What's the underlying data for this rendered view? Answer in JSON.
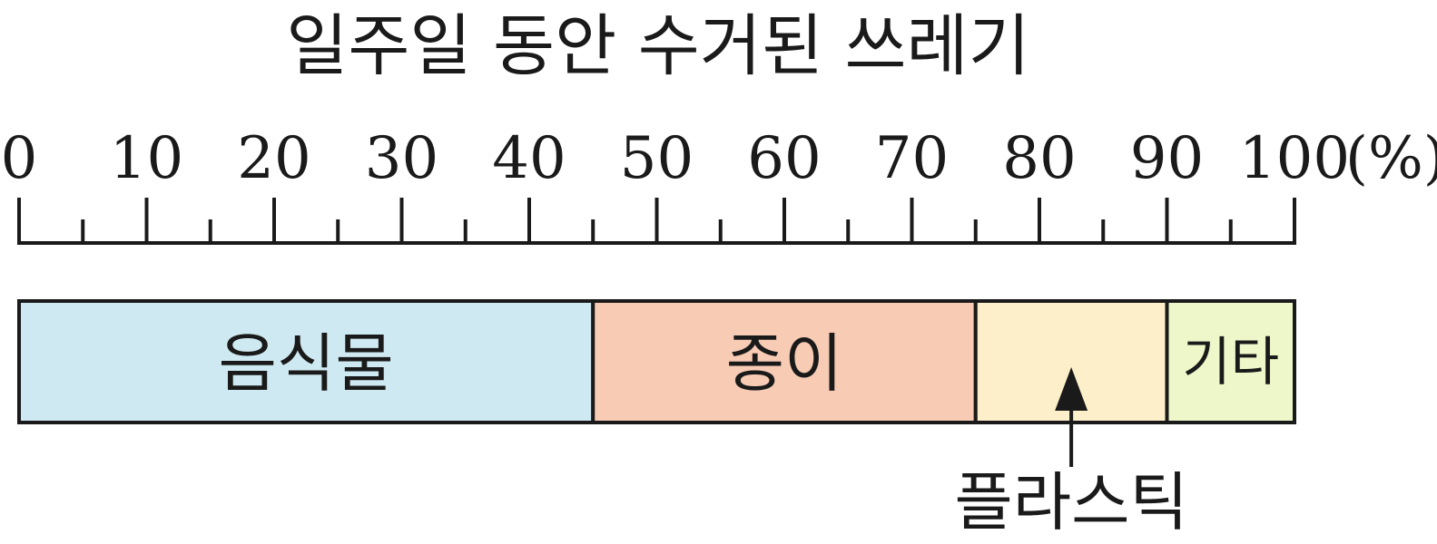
{
  "chart_data": {
    "type": "bar",
    "orientation": "horizontal-stacked-100",
    "title": "일주일 동안 수거된 쓰레기",
    "unit": "(%)",
    "xlim": [
      0,
      100
    ],
    "major_ticks": [
      0,
      10,
      20,
      30,
      40,
      50,
      60,
      70,
      80,
      90,
      100
    ],
    "minor_ticks": [
      5,
      15,
      25,
      35,
      45,
      55,
      65,
      75,
      85,
      95
    ],
    "tick_labels": [
      "0",
      "10",
      "20",
      "30",
      "40",
      "50",
      "60",
      "70",
      "80",
      "90",
      "100"
    ],
    "categories": [
      "음식물",
      "종이",
      "플라스틱",
      "기타"
    ],
    "values": [
      45,
      30,
      15,
      10
    ],
    "colors": {
      "음식물": "#cfe9f2",
      "종이": "#f8cbb5",
      "플라스틱": "#fcefc9",
      "기타": "#eef7c9"
    },
    "callout": {
      "category": "플라스틱",
      "label": "플라스틱"
    },
    "grid": false,
    "legend": "none"
  }
}
